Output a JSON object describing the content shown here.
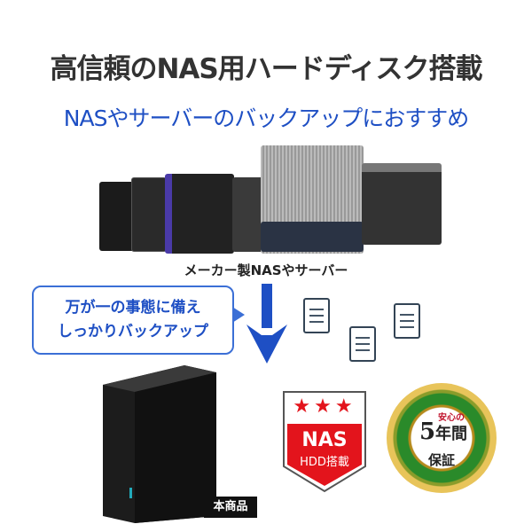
{
  "title": "高信頼のNAS用ハードディスク搭載",
  "subtitle": "NASやサーバーのバックアップにおすすめ",
  "caption": "メーカー製NASやサーバー",
  "bubble": {
    "line1": "万が一の事態に備え",
    "line2": "しっかりバックアップ"
  },
  "product_label": "本商品",
  "nas_badge": {
    "stars": "★★★",
    "main": "NAS",
    "sub": "HDD搭載"
  },
  "warranty_badge": {
    "top": "安心の",
    "number": "5",
    "year": "年間",
    "bottom": "保証"
  },
  "colors": {
    "blue": "#1e4fc4",
    "red": "#e3141c"
  }
}
